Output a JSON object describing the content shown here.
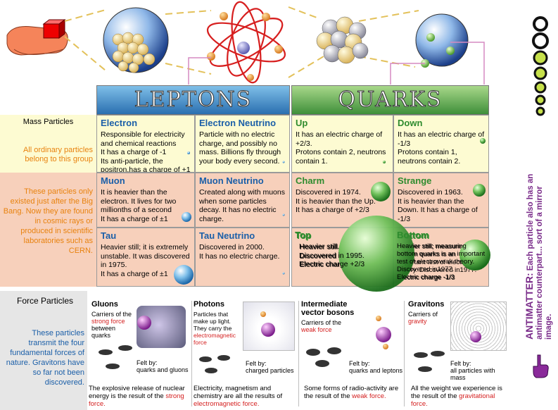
{
  "headers": {
    "leptons": "LEPTONS",
    "quarks": "QUARKS"
  },
  "left": {
    "mass_title": "Mass Particles",
    "ordinary": "All ordinary particles belong to this group",
    "bigbang": "These particles only existed just after the Big Bang. Now they are found in cosmic rays or produced in scientific laboratories such as CERN."
  },
  "cells": {
    "electron": {
      "name": "Electron",
      "desc": "Responsible for electricity and chemical reactions\nIt has a charge of -1\nIts anti-particle, the positron,has a charge of +1"
    },
    "electron_neutrino": {
      "name": "Electron Neutrino",
      "desc": "Particle with no electric charge, and possibly no mass. Billions fly through your body every second."
    },
    "up": {
      "name": "Up",
      "desc": "It has an electric charge of +2/3.\nProtons contain 2, neutrons contain 1."
    },
    "down": {
      "name": "Down",
      "desc": "It has an electric charge of -1/3\nProtons contain 1, neutrons contain 2."
    },
    "muon": {
      "name": "Muon",
      "desc": "It is heavier than the electron. It lives for two millionths of a second\nIt has a charge of ±1"
    },
    "muon_neutrino": {
      "name": "Muon Neutrino",
      "desc": "Created along with muons when some particles decay. It has no electric charge."
    },
    "charm": {
      "name": "Charm",
      "desc": "Discovered in 1974.\nIt is heavier than the Up.\nIt has a charge of +2/3"
    },
    "strange": {
      "name": "Strange",
      "desc": "Discovered in 1963.\nIt is heavier than the Down. It has a charge of -1/3"
    },
    "tau": {
      "name": "Tau",
      "desc": "Heavier still; it is extremely unstable. It was discovered in 1975.\nIt has a charge of ±1"
    },
    "tau_neutrino": {
      "name": "Tau Neutrino",
      "desc": "Discovered in  2000.\nIt has no electric charge."
    },
    "top": {
      "name": "Top",
      "desc": "Heavier still.\nDiscovered in 1995.\nElectric charge +2/3"
    },
    "bottom": {
      "name": "Bottom",
      "desc": "Heavier still; measuring bottom quarks is an important test of electroweak theory. Discovered in1977.\nElectric charge  -1/3"
    }
  },
  "force": {
    "title": "Force Particles",
    "desc": "These particles transmit the four fundamental forces of nature. Gravitons have so far not been discovered.",
    "gluons": {
      "name": "Gluons",
      "carrier_pre": "Carriers of the",
      "carrier_force": "strong force",
      "carrier_post": "between quarks",
      "felt": "Felt by:\nquarks and gluons",
      "result_pre": "The explosive release of nuclear energy is the result of the",
      "result_force": "strong force."
    },
    "photons": {
      "name": "Photons",
      "carrier_pre": "Particles that make up light. They carry the",
      "carrier_force": "electromagnetic force",
      "felt": "Felt by:\ncharged particles",
      "result_pre": "Electricity, magnetism and chemistry are all the results of",
      "result_force": "electromagnetic force."
    },
    "bosons": {
      "name": "Intermediate vector bosons",
      "carrier_pre": "Carriers of the",
      "carrier_force": "weak force",
      "felt": "Felt by:\nquarks and leptons",
      "result_pre": "Some forms of radio-activity are the result of the",
      "result_force": "weak force."
    },
    "gravitons": {
      "name": "Gravitons",
      "carrier_pre": "Carriers of",
      "carrier_force": "gravity",
      "felt": "Felt by:\nall particles with mass",
      "result_pre": "All the weight we experience is the result of the",
      "result_force": "gravitational force."
    }
  },
  "antimatter": {
    "label": "ANTIMATTER:",
    "text": "Each particle also has an antimatter counterpart... sort of a mirror image."
  }
}
